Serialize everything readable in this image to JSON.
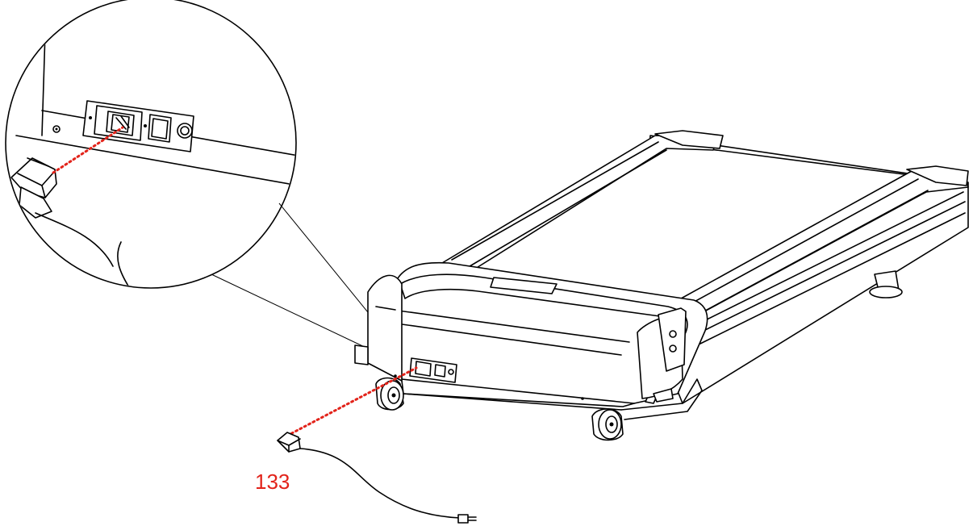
{
  "callout": {
    "part_number": "133",
    "color": "#e2231a"
  },
  "parts": {
    "power_cord": "power-cord",
    "treadmill": "treadmill-base"
  }
}
